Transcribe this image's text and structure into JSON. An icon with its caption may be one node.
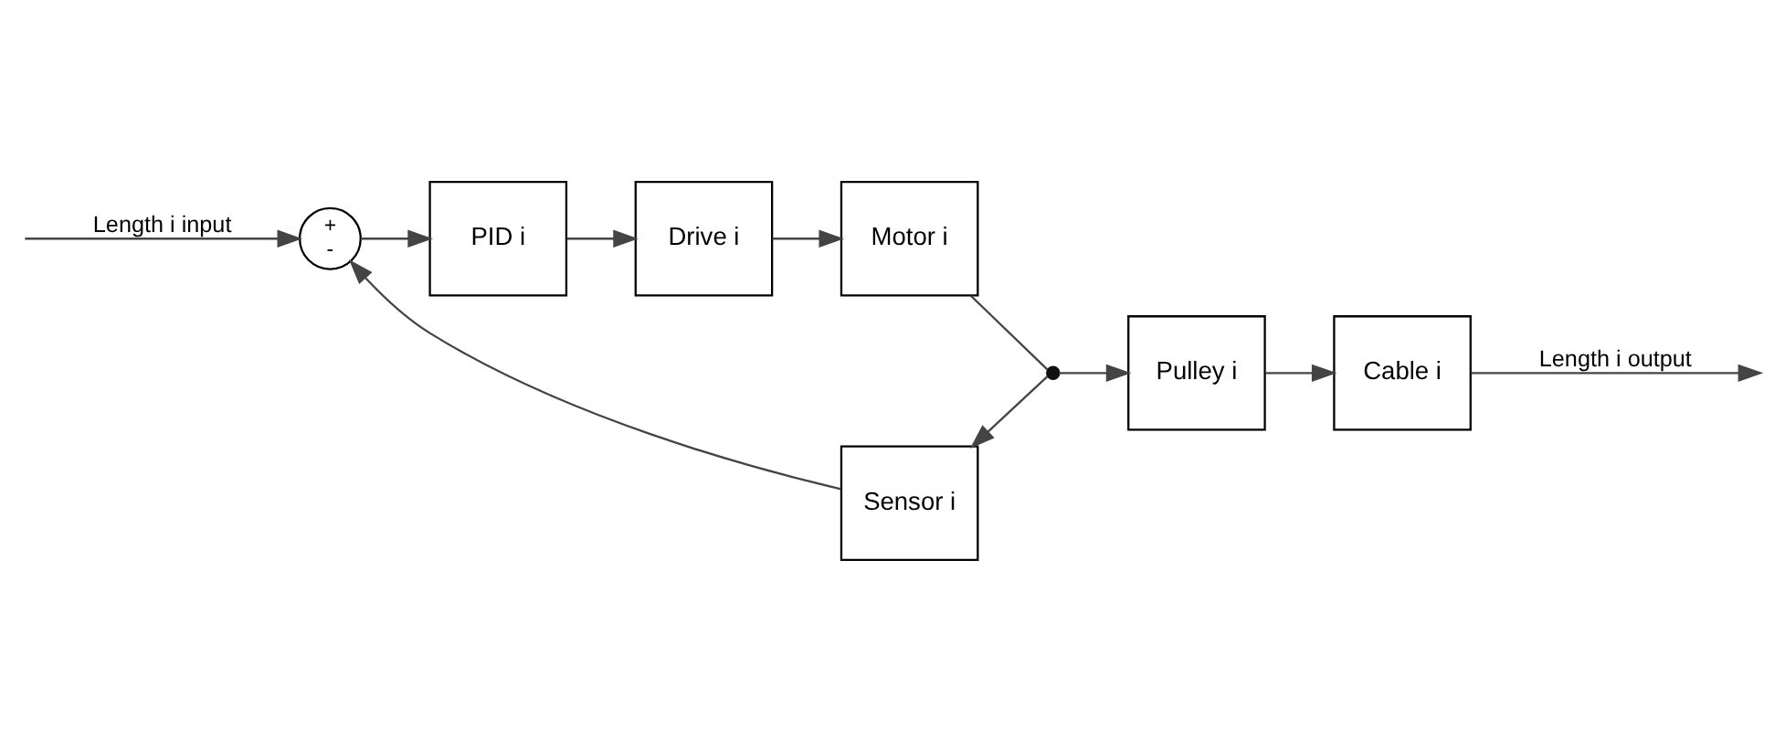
{
  "diagram": {
    "nodes": [
      {
        "text": [
          "+",
          "-"
        ]
      },
      {
        "text": [
          "PID i"
        ]
      },
      {
        "text": [
          "Drive i"
        ]
      },
      {
        "text": [
          "Motor i"
        ]
      },
      {
        "text": [],
        "shape": "point"
      },
      {
        "text": [
          "Pulley i"
        ]
      },
      {
        "text": [
          "Cable i"
        ]
      },
      {
        "text": [
          "Sensor i"
        ]
      }
    ],
    "edges": [
      {
        "from": null,
        "to": 0,
        "arrow": "to",
        "label": "Length i input"
      },
      {
        "from": 0,
        "to": 1,
        "arrow": "to"
      },
      {
        "from": 1,
        "to": 2,
        "arrow": "to"
      },
      {
        "from": 2,
        "to": 3,
        "arrow": "to"
      },
      {
        "from": 3,
        "to": 4,
        "arrow": "none"
      },
      {
        "from": 4,
        "to": 5,
        "arrow": "to"
      },
      {
        "from": 5,
        "to": 6,
        "arrow": "to"
      },
      {
        "from": 6,
        "to": null,
        "arrow": "to",
        "label": "Length i output"
      },
      {
        "from": 4,
        "to": 7,
        "arrow": "to"
      },
      {
        "from": 7,
        "to": 0,
        "arrow": "to"
      }
    ]
  }
}
